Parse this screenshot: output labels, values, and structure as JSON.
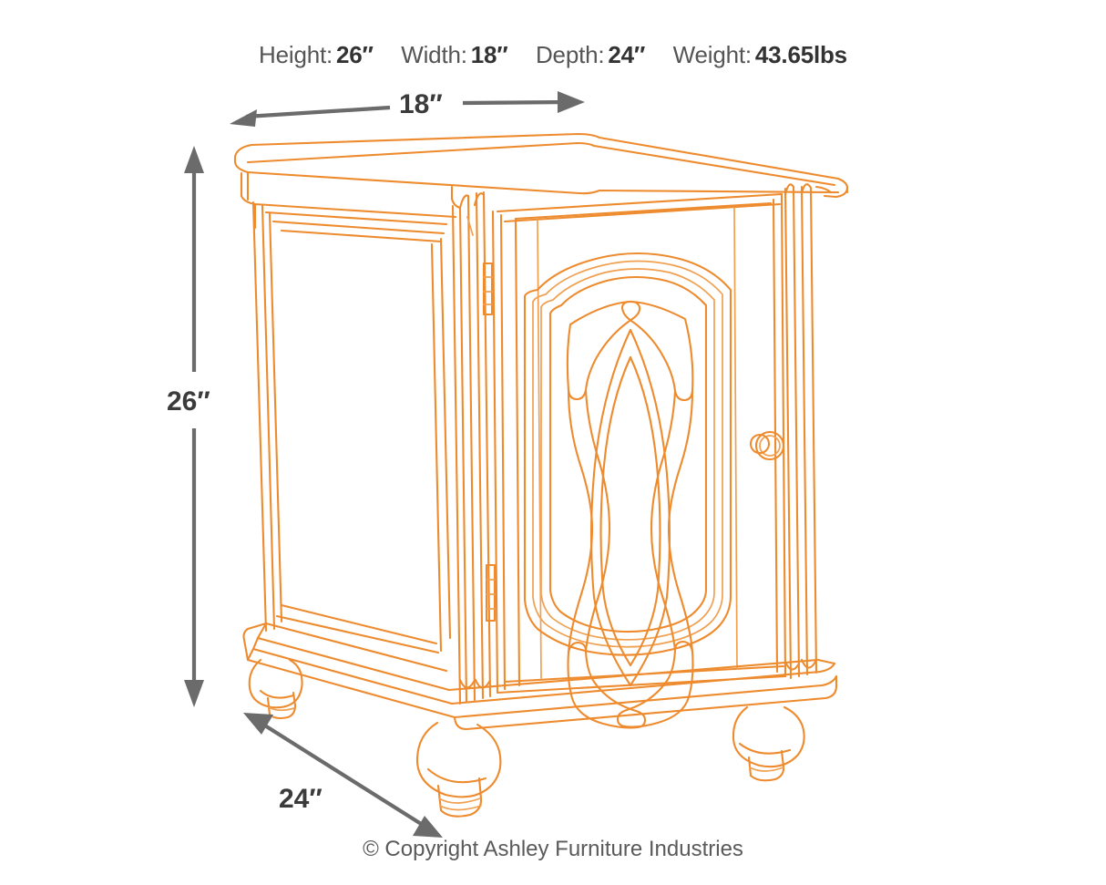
{
  "specs": {
    "items": [
      {
        "label": "Height:",
        "value": "26″"
      },
      {
        "label": "Width:",
        "value": "18″"
      },
      {
        "label": "Depth:",
        "value": "24″"
      },
      {
        "label": "Weight:",
        "value": "43.65lbs"
      }
    ]
  },
  "dimensions": {
    "width_label": "18″",
    "height_label": "26″",
    "depth_label": "24″"
  },
  "footer": {
    "copyright": "© Copyright Ashley Furniture Industries"
  },
  "colors": {
    "line_orange": "#ed8b2e",
    "line_orange_light": "#f0a050",
    "dimension_gray": "#6b6b6b",
    "text_dark": "#333333",
    "text_gray": "#555555",
    "background": "#ffffff"
  },
  "illustration": {
    "subject": "chairside end table with cabinet door",
    "parts": [
      "table-top",
      "left-side-panel",
      "front-door",
      "decorative-arched-panel",
      "door-knob",
      "door-hinges",
      "fluted-corner-columns",
      "base-molding",
      "bun-feet"
    ]
  }
}
